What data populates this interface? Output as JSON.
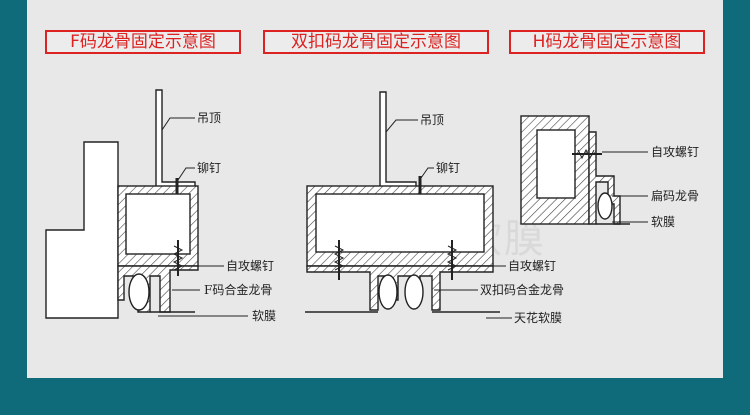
{
  "titles": {
    "f": "F码龙骨固定示意图",
    "double": "双扣码龙骨固定示意图",
    "h": "H码龙骨固定示意图"
  },
  "watermark": "铭艺软膜",
  "f_labels": {
    "ceiling": "吊顶",
    "rivet": "铆钉",
    "screw": "自攻螺钉",
    "keel": "F码合金龙骨",
    "membrane": "软膜"
  },
  "double_labels": {
    "ceiling": "吊顶",
    "rivet": "铆钉",
    "screw": "自攻螺钉",
    "keel": "双扣码合金龙骨",
    "membrane": "天花软膜"
  },
  "h_labels": {
    "screw": "自攻螺钉",
    "keel": "扁码龙骨",
    "membrane": "软膜"
  }
}
